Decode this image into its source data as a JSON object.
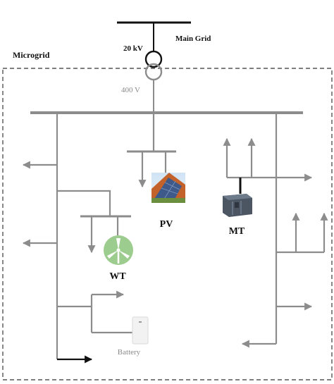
{
  "labels": {
    "main_grid": "Main Grid",
    "hv_voltage": "20 kV",
    "lv_voltage": "400 V",
    "microgrid": "Microgrid",
    "pv": "PV",
    "mt": "MT",
    "wt": "WT",
    "battery": "Battery"
  },
  "colors": {
    "line": "#8c8c8c",
    "dark_line": "#111111",
    "boundary": "#555555",
    "pv_panel": "#3e5a8a",
    "pv_roof": "#c4622b",
    "mt_body": "#4c5663",
    "wt_circle": "#9ccc8e",
    "battery": "#f2f2f2"
  },
  "icons": {
    "transformer": "transformer-icon",
    "pv": "solar-panel-icon",
    "mt": "microturbine-icon",
    "wt": "wind-turbine-icon",
    "battery": "battery-icon"
  }
}
